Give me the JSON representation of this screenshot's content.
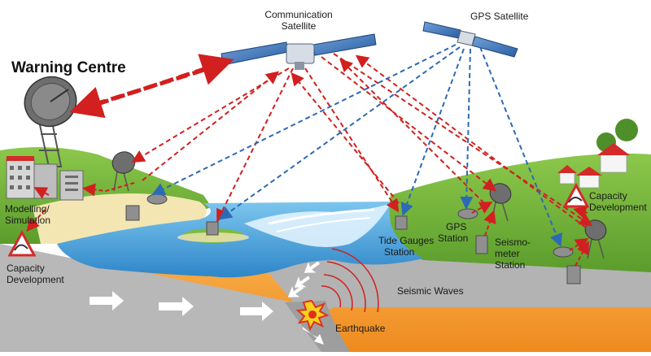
{
  "labels": {
    "warning_centre": "Warning Centre",
    "communication_satellite": [
      "Communication",
      "Satellite"
    ],
    "gps_satellite": "GPS Satellite",
    "modelling_simulation": [
      "Modelling/",
      "Simulation"
    ],
    "capacity_development_left": [
      "Capacity",
      "Development"
    ],
    "capacity_development_right": [
      "Capacity",
      "Development"
    ],
    "tide_gauges_station": [
      "Tide Gauges",
      "Station"
    ],
    "gps_station": [
      "GPS",
      "Station"
    ],
    "seismometer_station": [
      "Seismo-",
      "meter",
      "Station"
    ],
    "seismic_waves": "Seismic Waves",
    "earthquake": "Earthquake"
  },
  "icons": {
    "warning_sign_left": "tsunami-warning-sign-icon",
    "warning_sign_right": "tsunami-warning-sign-icon"
  },
  "colors": {
    "sky": "#ffffff",
    "land": "#6dae3a",
    "sea": "#3d9fd8",
    "crust": "#b3b3b3",
    "mantle": "#f39a2e",
    "sand": "#f3e6b3",
    "comm_link": "#d21f1f",
    "gps_link": "#2d6ab5"
  }
}
